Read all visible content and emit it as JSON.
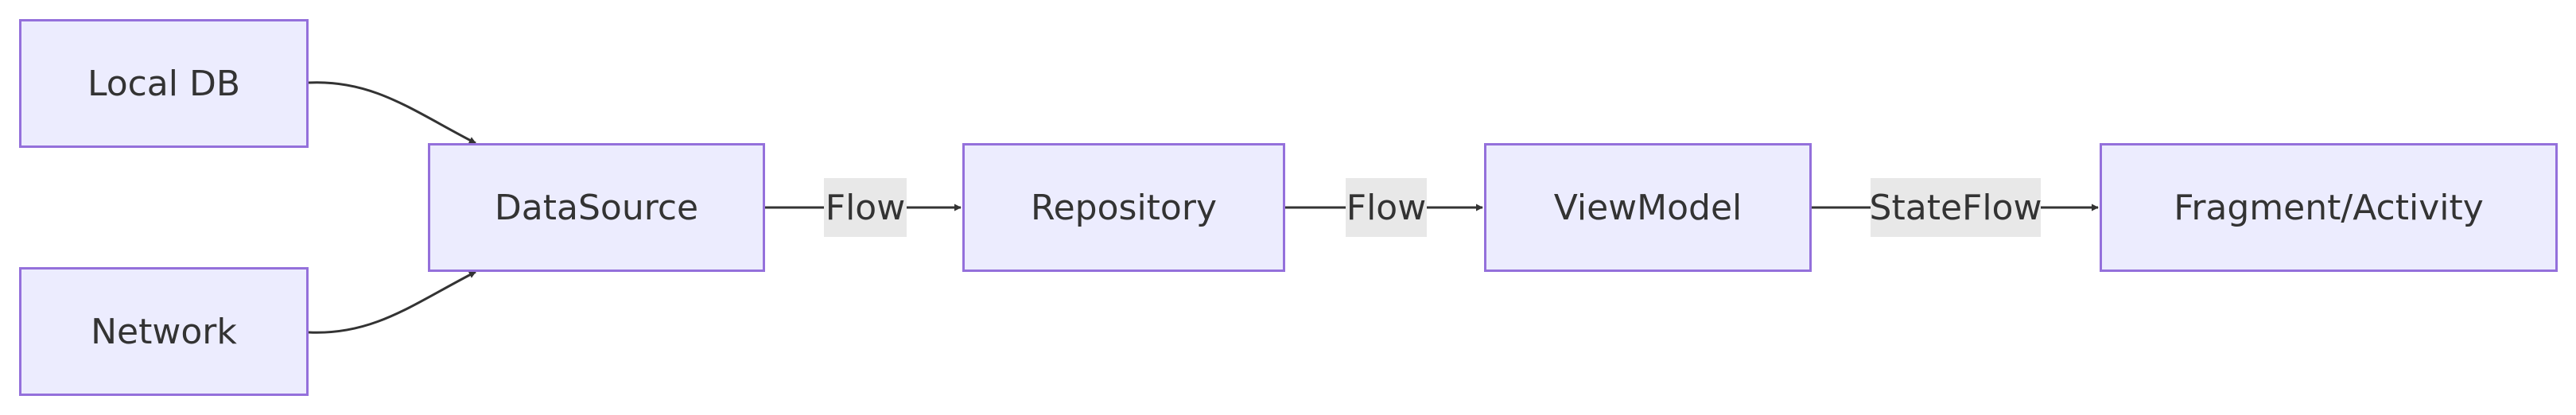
{
  "nodes": {
    "local_db": "Local DB",
    "network": "Network",
    "datasource": "DataSource",
    "repository": "Repository",
    "viewmodel": "ViewModel",
    "fragment_activity": "Fragment/Activity"
  },
  "edges": {
    "datasource_to_repository": "Flow",
    "repository_to_viewmodel": "Flow",
    "viewmodel_to_fragment": "StateFlow"
  },
  "colors": {
    "node_fill": "#ececfe",
    "node_border": "#9470db",
    "edge_line": "#333333",
    "label_bg": "#e8e8e8",
    "text": "#333333"
  }
}
